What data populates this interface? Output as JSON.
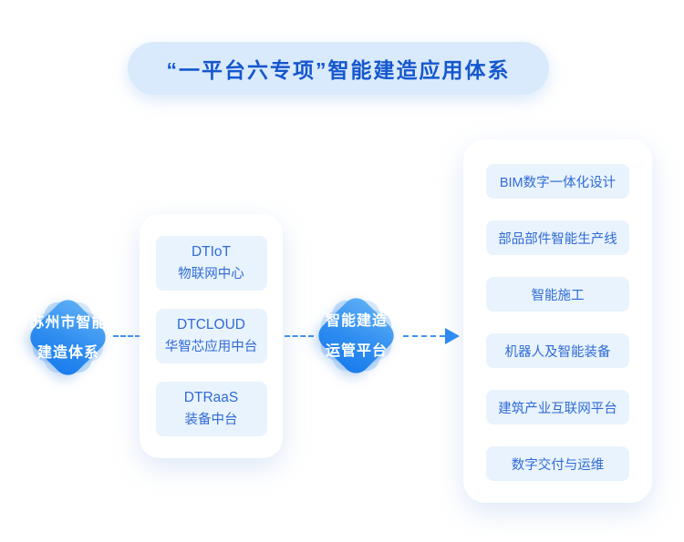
{
  "title": "“一平台六专项”智能建造应用体系",
  "nodes": {
    "root": {
      "line1": "苏州市智能",
      "line2": "建造体系"
    },
    "hub": {
      "line1": "智能建造",
      "line2": "运管平台"
    }
  },
  "platform_panel": {
    "items": [
      {
        "title": "DTIoT",
        "subtitle": "物联网中心"
      },
      {
        "title": "DTCLOUD",
        "subtitle": "华智芯应用中台"
      },
      {
        "title": "DTRaaS",
        "subtitle": "装备中台"
      }
    ]
  },
  "applications_panel": {
    "items": [
      "BIM数字一体化设计",
      "部品部件智能生产线",
      "智能施工",
      "机器人及智能装备",
      "建筑产业互联网平台",
      "数字交付与运维"
    ]
  },
  "colors": {
    "title_text": "#1557ce",
    "pill_bg": "#d9eafc",
    "node_gradient_start": "#5fb0f6",
    "node_gradient_end": "#177bec",
    "item_bg": "#e9f3fd",
    "item_text": "#2f6bd6",
    "connector": "#3f93ee",
    "arrow": "#2a8af1"
  }
}
